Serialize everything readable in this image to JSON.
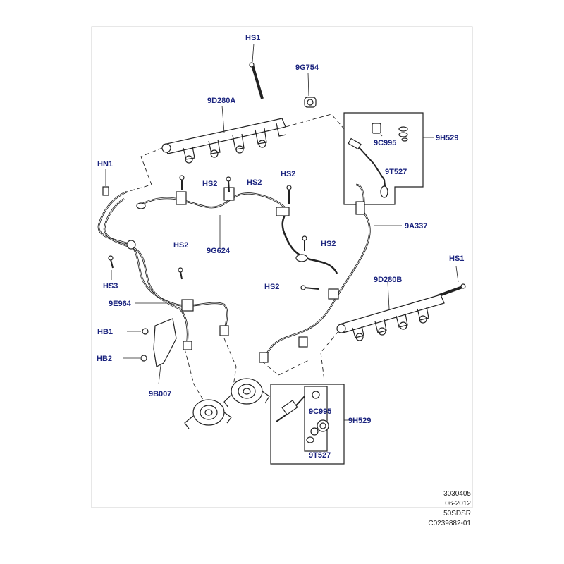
{
  "colors": {
    "callout": "#1a237e",
    "line": "#222222",
    "part": "#333333",
    "frame": "#cfcfcf"
  },
  "callouts": {
    "hs1_top": "HS1",
    "g9754": "9G754",
    "d9280a": "9D280A",
    "h9529_top": "9H529",
    "c9995_top": "9C995",
    "t9527_top": "9T527",
    "hn1": "HN1",
    "hs2_a": "HS2",
    "hs2_b": "HS2",
    "hs2_c": "HS2",
    "g9624": "9G624",
    "hs2_d": "HS2",
    "a9337": "9A337",
    "hs2_e": "HS2",
    "hs3": "HS3",
    "hs2_f": "HS2",
    "hs1_right": "HS1",
    "d9280b": "9D280B",
    "e9964": "9E964",
    "hb1": "HB1",
    "hb2": "HB2",
    "b9007": "9B007",
    "c9995_bottom": "9C995",
    "h9529_bottom": "9H529",
    "t9527_bottom": "9T527"
  },
  "reference": {
    "number": "3030405",
    "date": "06-2012",
    "code": "50SDSR",
    "image_id": "C0239882-01"
  }
}
